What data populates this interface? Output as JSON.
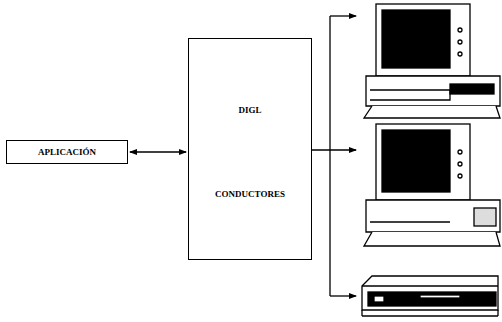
{
  "diagram": {
    "nodes": [
      {
        "text": [
          "APLICACIÓN"
        ]
      },
      {
        "text": [
          "DIGL",
          "CONDUCTORES"
        ]
      }
    ],
    "edges": [
      {
        "from": 0,
        "to": 1,
        "arrow": "both"
      }
    ]
  }
}
